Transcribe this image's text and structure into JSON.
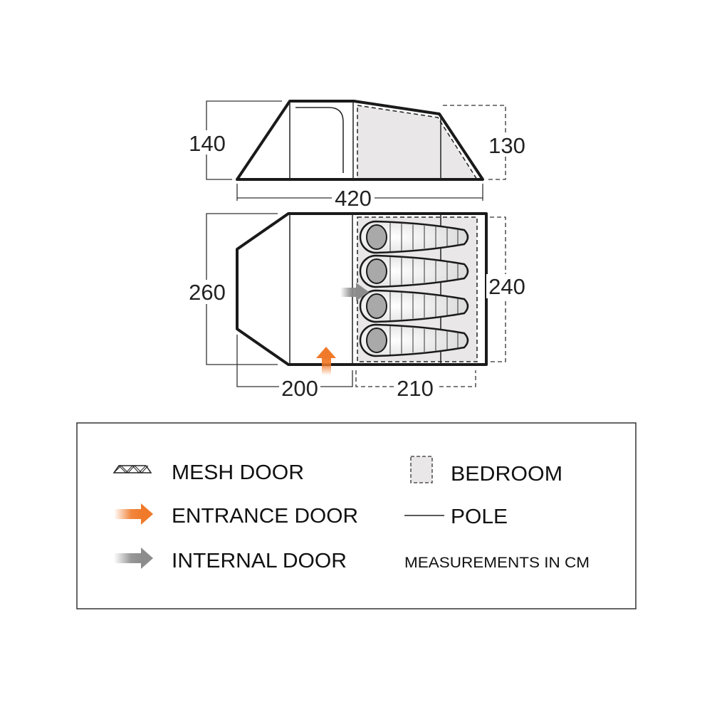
{
  "dimensions": {
    "side_height_living": "140",
    "side_height_bedroom": "130",
    "total_length": "420",
    "floor_width_living": "260",
    "floor_width_bedroom": "240",
    "living_length": "200",
    "bedroom_length": "210"
  },
  "legend": {
    "mesh_door": "MESH DOOR",
    "entrance_door": "ENTRANCE DOOR",
    "internal_door": "INTERNAL DOOR",
    "bedroom": "BEDROOM",
    "pole": "POLE",
    "units_note": "MEASUREMENTS IN CM"
  },
  "colors": {
    "outline": "#1a1a1a",
    "bedroom_fill": "#e9e7e7",
    "entrance_arrow": "#f07a2a",
    "internal_arrow": "#8c8c8c"
  }
}
